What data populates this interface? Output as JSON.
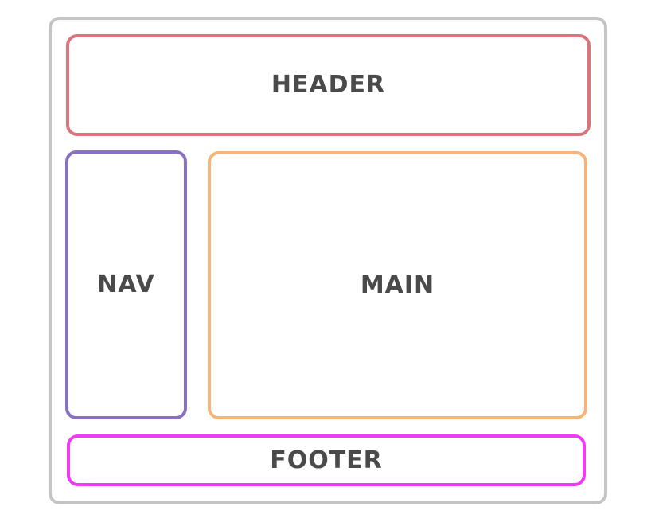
{
  "diagram": {
    "regions": {
      "header": {
        "label": "HEADER",
        "color": "#d9757c"
      },
      "nav": {
        "label": "NAV",
        "color": "#8a70c0"
      },
      "main": {
        "label": "MAIN",
        "color": "#f5b47a"
      },
      "footer": {
        "label": "FOOTER",
        "color": "#f03cf0"
      }
    },
    "frame_color": "#c4c4c4",
    "label_color": "#4a4a4a"
  }
}
